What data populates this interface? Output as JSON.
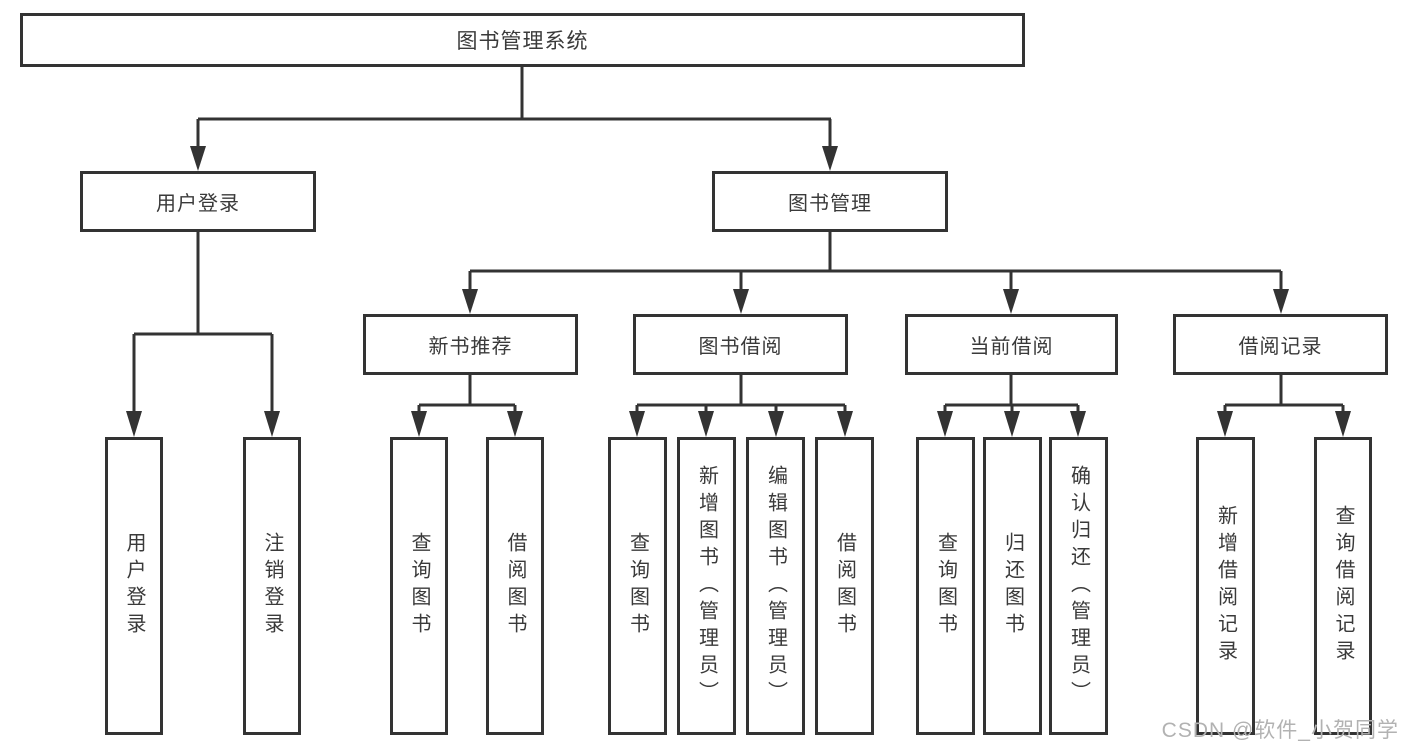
{
  "diagram": {
    "type": "hierarchy-tree",
    "colors": {
      "line": "#333333",
      "text": "#3a3a3a",
      "box_background": "#ffffff",
      "watermark": "#b2b2b2"
    },
    "watermark": "CSDN @软件_小贺同学",
    "root": {
      "label": "图书管理系统",
      "children": [
        {
          "label": "用户登录",
          "children": [
            {
              "label": "用户登录"
            },
            {
              "label": "注销登录"
            }
          ]
        },
        {
          "label": "图书管理",
          "children": [
            {
              "label": "新书推荐",
              "children": [
                {
                  "label": "查询图书"
                },
                {
                  "label": "借阅图书"
                }
              ]
            },
            {
              "label": "图书借阅",
              "children": [
                {
                  "label": "查询图书"
                },
                {
                  "label": "新增图书（管理员）"
                },
                {
                  "label": "编辑图书（管理员）"
                },
                {
                  "label": "借阅图书"
                }
              ]
            },
            {
              "label": "当前借阅",
              "children": [
                {
                  "label": "查询图书"
                },
                {
                  "label": "归还图书"
                },
                {
                  "label": "确认归还（管理员）"
                }
              ]
            },
            {
              "label": "借阅记录",
              "children": [
                {
                  "label": "新增借阅记录"
                },
                {
                  "label": "查询借阅记录"
                }
              ]
            }
          ]
        }
      ]
    }
  }
}
